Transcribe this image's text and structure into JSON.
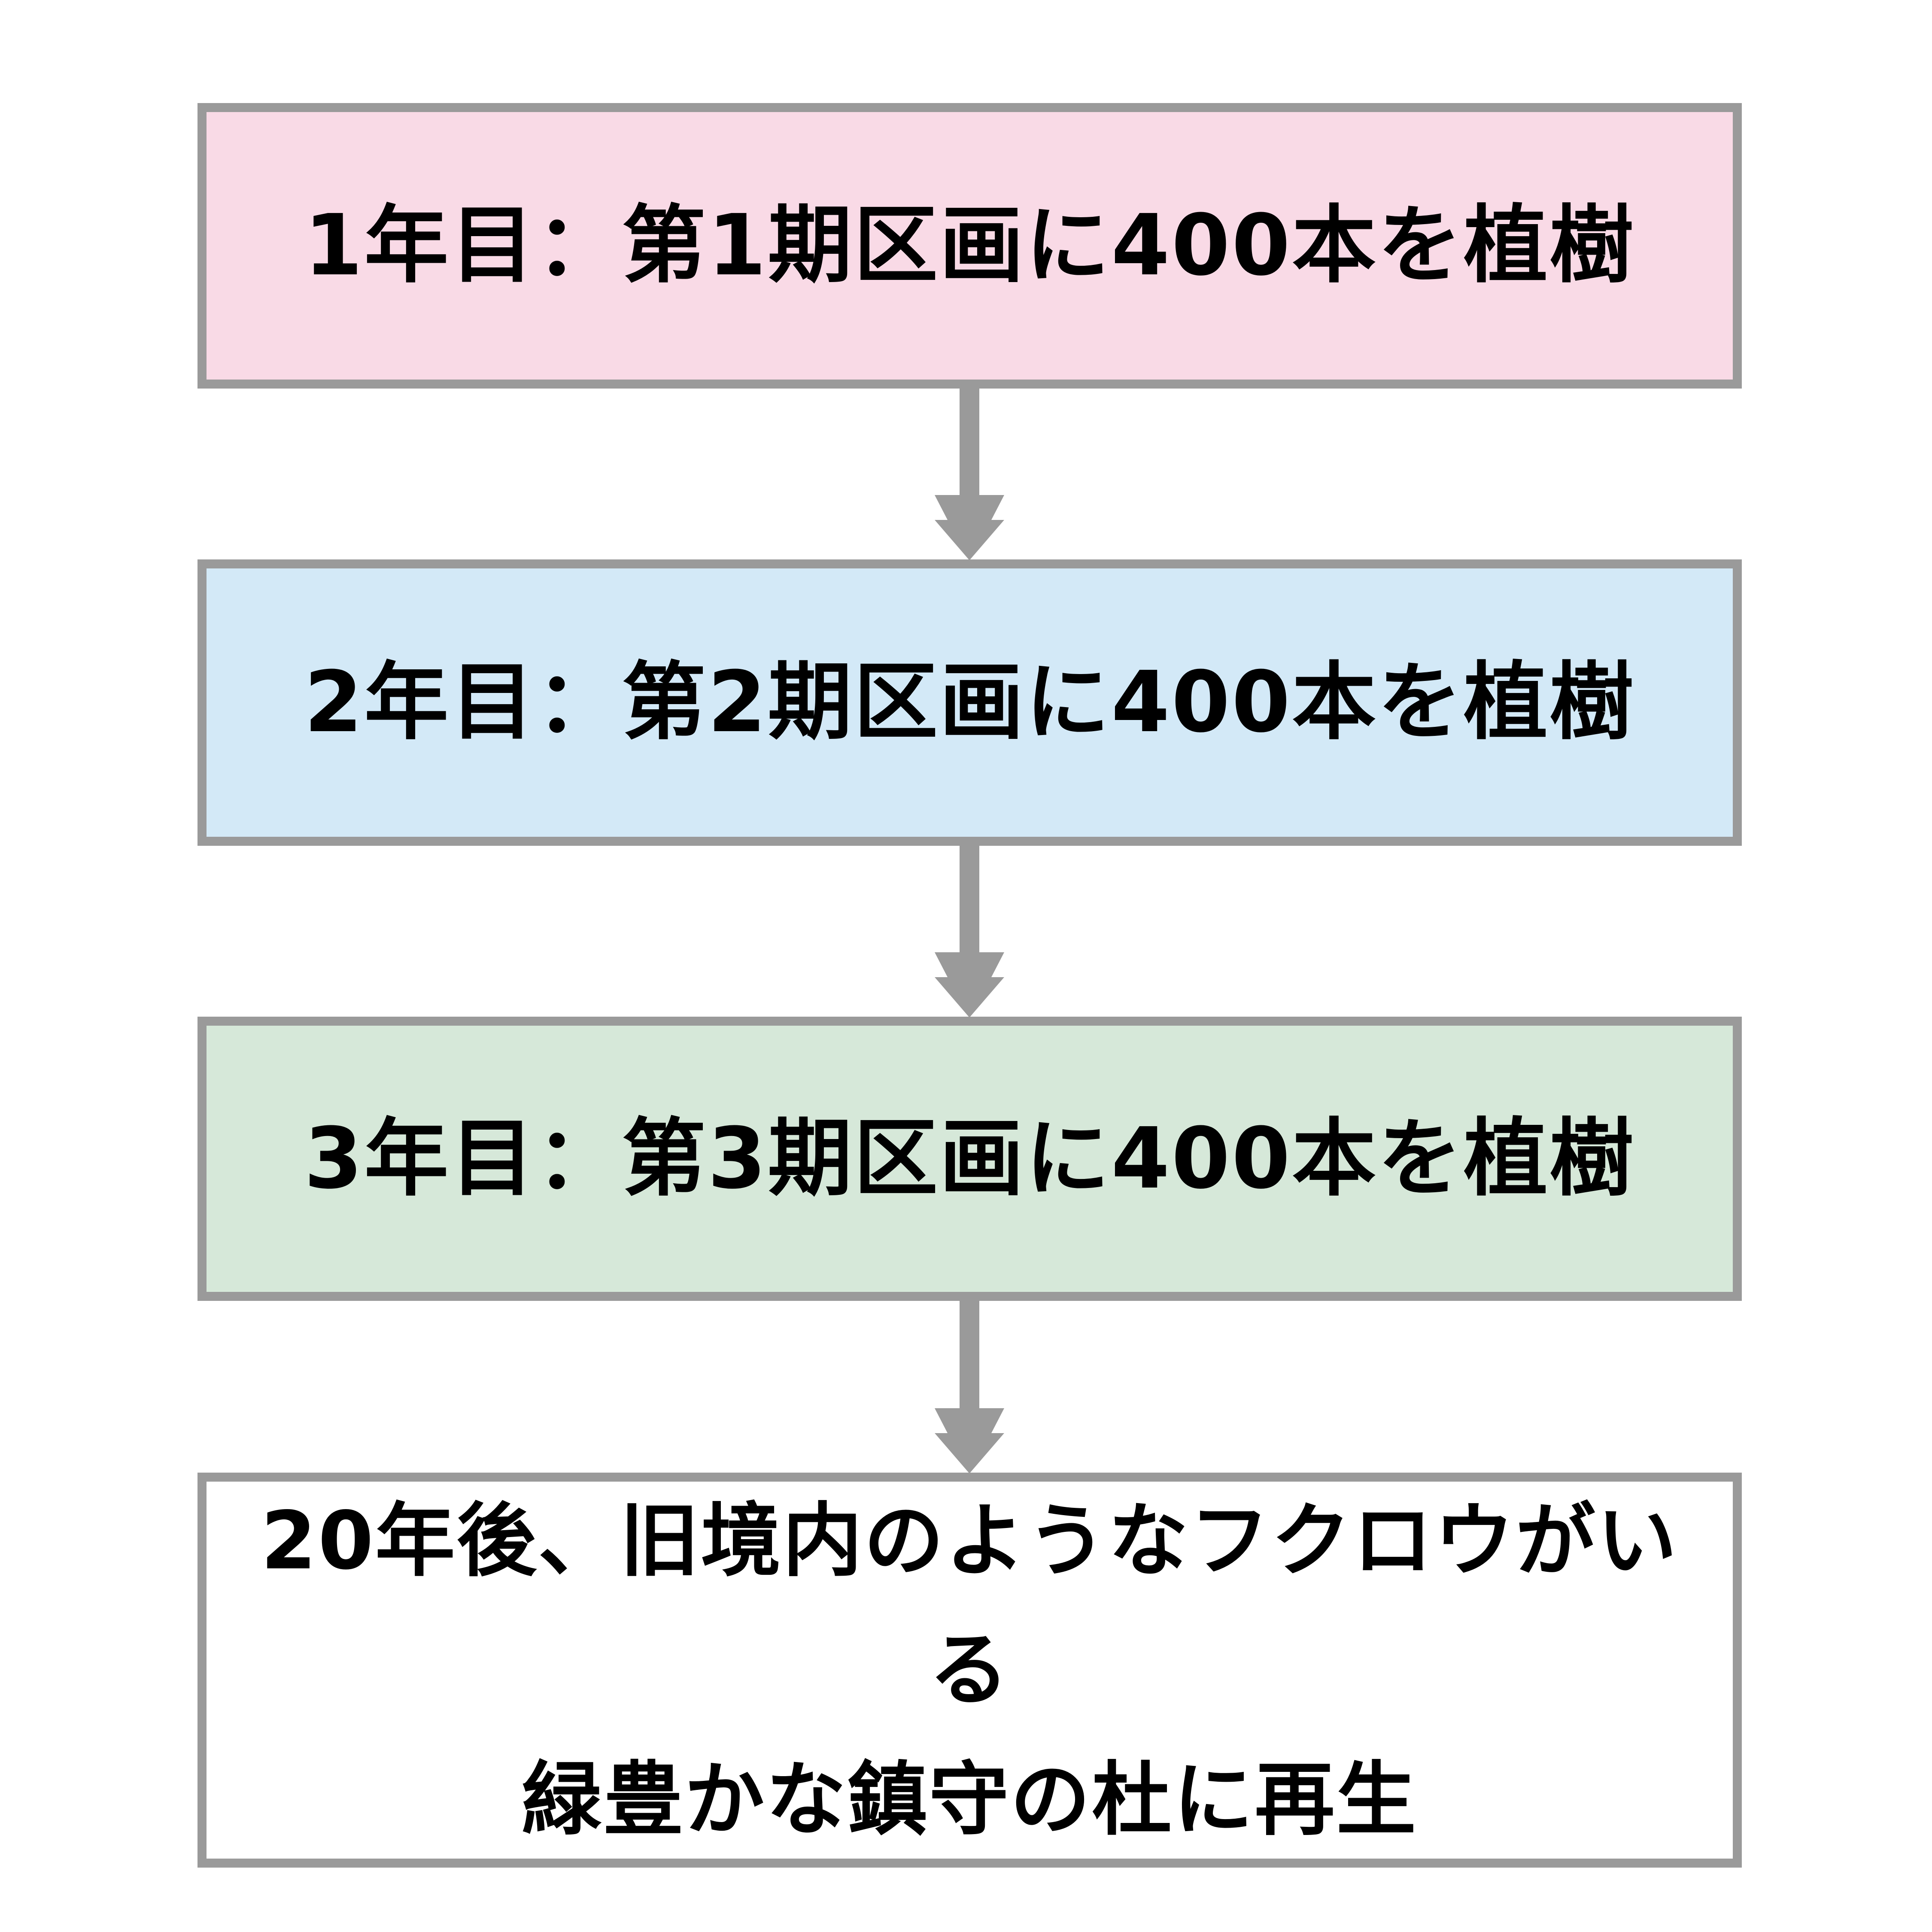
{
  "diagram": {
    "title": "植樹計画フローチャート",
    "orientation": "vertical-top-to-bottom",
    "background_color": "#ffffff",
    "border_color": "#9a9a9a",
    "text_color": "#000000",
    "arrow_color": "#9a9a9a"
  },
  "nodes": [
    {
      "id": "year1",
      "label": "1年目：第1期区画に400本を植樹",
      "fill_color": "#f9dae6",
      "fill_name": "pink"
    },
    {
      "id": "year2",
      "label": "2年目：第2期区画に400本を植樹",
      "fill_color": "#d3e9f7",
      "fill_name": "light-blue"
    },
    {
      "id": "year3",
      "label": "3年目：第3期区画に400本を植樹",
      "fill_color": "#d6e8d9",
      "fill_name": "light-green"
    },
    {
      "id": "outcome",
      "label": "20年後、旧境内のようなフクロウがいる\n緑豊かな鎮守の杜に再生",
      "line1": "20年後、旧境内のようなフクロウがいる",
      "line2": "緑豊かな鎮守の杜に再生",
      "fill_color": "#ffffff",
      "fill_name": "white"
    }
  ],
  "connectors": [
    {
      "id": "arrow-1",
      "icon": "down-arrow-icon",
      "from": "year1",
      "to": "year2"
    },
    {
      "id": "arrow-2",
      "icon": "down-arrow-icon",
      "from": "year2",
      "to": "year3"
    },
    {
      "id": "arrow-3",
      "icon": "down-arrow-icon",
      "from": "year3",
      "to": "outcome"
    }
  ]
}
